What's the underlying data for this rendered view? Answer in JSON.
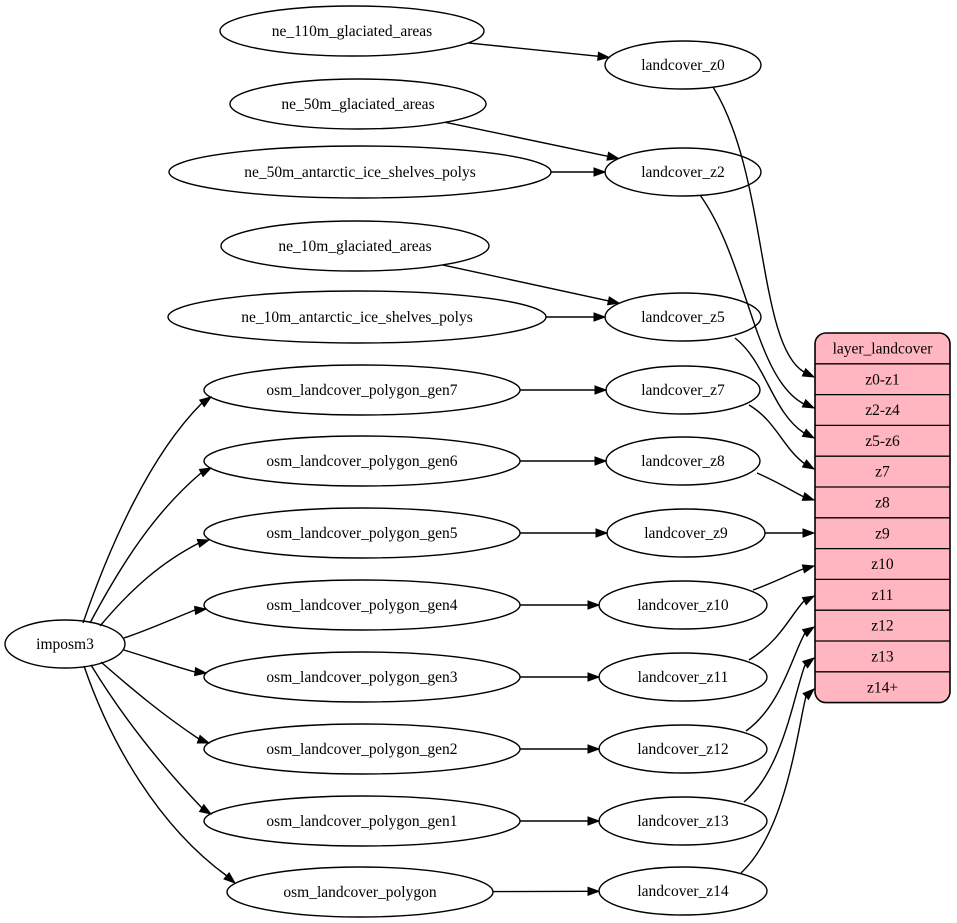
{
  "diagram": {
    "type": "graphviz-flow",
    "colors": {
      "background": "#ffffff",
      "node_fill": "#ffffff",
      "node_stroke": "#000000",
      "edge": "#000000",
      "table_fill": "#ffb6c1",
      "table_stroke": "#000000"
    },
    "nodes": [
      {
        "id": "imposm3",
        "label": "imposm3"
      },
      {
        "id": "ne_110m_glaciated_areas",
        "label": "ne_110m_glaciated_areas"
      },
      {
        "id": "ne_50m_glaciated_areas",
        "label": "ne_50m_glaciated_areas"
      },
      {
        "id": "ne_50m_antarctic_ice_shelves_polys",
        "label": "ne_50m_antarctic_ice_shelves_polys"
      },
      {
        "id": "ne_10m_glaciated_areas",
        "label": "ne_10m_glaciated_areas"
      },
      {
        "id": "ne_10m_antarctic_ice_shelves_polys",
        "label": "ne_10m_antarctic_ice_shelves_polys"
      },
      {
        "id": "osm_landcover_polygon_gen7",
        "label": "osm_landcover_polygon_gen7"
      },
      {
        "id": "osm_landcover_polygon_gen6",
        "label": "osm_landcover_polygon_gen6"
      },
      {
        "id": "osm_landcover_polygon_gen5",
        "label": "osm_landcover_polygon_gen5"
      },
      {
        "id": "osm_landcover_polygon_gen4",
        "label": "osm_landcover_polygon_gen4"
      },
      {
        "id": "osm_landcover_polygon_gen3",
        "label": "osm_landcover_polygon_gen3"
      },
      {
        "id": "osm_landcover_polygon_gen2",
        "label": "osm_landcover_polygon_gen2"
      },
      {
        "id": "osm_landcover_polygon_gen1",
        "label": "osm_landcover_polygon_gen1"
      },
      {
        "id": "osm_landcover_polygon",
        "label": "osm_landcover_polygon"
      },
      {
        "id": "landcover_z0",
        "label": "landcover_z0"
      },
      {
        "id": "landcover_z2",
        "label": "landcover_z2"
      },
      {
        "id": "landcover_z5",
        "label": "landcover_z5"
      },
      {
        "id": "landcover_z7",
        "label": "landcover_z7"
      },
      {
        "id": "landcover_z8",
        "label": "landcover_z8"
      },
      {
        "id": "landcover_z9",
        "label": "landcover_z9"
      },
      {
        "id": "landcover_z10",
        "label": "landcover_z10"
      },
      {
        "id": "landcover_z11",
        "label": "landcover_z11"
      },
      {
        "id": "landcover_z12",
        "label": "landcover_z12"
      },
      {
        "id": "landcover_z13",
        "label": "landcover_z13"
      },
      {
        "id": "landcover_z14",
        "label": "landcover_z14"
      }
    ],
    "table": {
      "id": "layer_landcover",
      "header": "layer_landcover",
      "rows": [
        "z0-z1",
        "z2-z4",
        "z5-z6",
        "z7",
        "z8",
        "z9",
        "z10",
        "z11",
        "z12",
        "z13",
        "z14+"
      ]
    },
    "edges": [
      {
        "from": "imposm3",
        "to": "osm_landcover_polygon_gen7"
      },
      {
        "from": "imposm3",
        "to": "osm_landcover_polygon_gen6"
      },
      {
        "from": "imposm3",
        "to": "osm_landcover_polygon_gen5"
      },
      {
        "from": "imposm3",
        "to": "osm_landcover_polygon_gen4"
      },
      {
        "from": "imposm3",
        "to": "osm_landcover_polygon_gen3"
      },
      {
        "from": "imposm3",
        "to": "osm_landcover_polygon_gen2"
      },
      {
        "from": "imposm3",
        "to": "osm_landcover_polygon_gen1"
      },
      {
        "from": "imposm3",
        "to": "osm_landcover_polygon"
      },
      {
        "from": "ne_110m_glaciated_areas",
        "to": "landcover_z0"
      },
      {
        "from": "ne_50m_glaciated_areas",
        "to": "landcover_z2"
      },
      {
        "from": "ne_50m_antarctic_ice_shelves_polys",
        "to": "landcover_z2"
      },
      {
        "from": "ne_10m_glaciated_areas",
        "to": "landcover_z5"
      },
      {
        "from": "ne_10m_antarctic_ice_shelves_polys",
        "to": "landcover_z5"
      },
      {
        "from": "osm_landcover_polygon_gen7",
        "to": "landcover_z7"
      },
      {
        "from": "osm_landcover_polygon_gen6",
        "to": "landcover_z8"
      },
      {
        "from": "osm_landcover_polygon_gen5",
        "to": "landcover_z9"
      },
      {
        "from": "osm_landcover_polygon_gen4",
        "to": "landcover_z10"
      },
      {
        "from": "osm_landcover_polygon_gen3",
        "to": "landcover_z11"
      },
      {
        "from": "osm_landcover_polygon_gen2",
        "to": "landcover_z12"
      },
      {
        "from": "osm_landcover_polygon_gen1",
        "to": "landcover_z13"
      },
      {
        "from": "osm_landcover_polygon",
        "to": "landcover_z14"
      },
      {
        "from": "landcover_z0",
        "to": "layer_landcover.z0-z1"
      },
      {
        "from": "landcover_z2",
        "to": "layer_landcover.z2-z4"
      },
      {
        "from": "landcover_z5",
        "to": "layer_landcover.z5-z6"
      },
      {
        "from": "landcover_z7",
        "to": "layer_landcover.z7"
      },
      {
        "from": "landcover_z8",
        "to": "layer_landcover.z8"
      },
      {
        "from": "landcover_z9",
        "to": "layer_landcover.z9"
      },
      {
        "from": "landcover_z10",
        "to": "layer_landcover.z10"
      },
      {
        "from": "landcover_z11",
        "to": "layer_landcover.z11"
      },
      {
        "from": "landcover_z12",
        "to": "layer_landcover.z12"
      },
      {
        "from": "landcover_z13",
        "to": "layer_landcover.z13"
      },
      {
        "from": "landcover_z14",
        "to": "layer_landcover.z14+"
      }
    ]
  }
}
